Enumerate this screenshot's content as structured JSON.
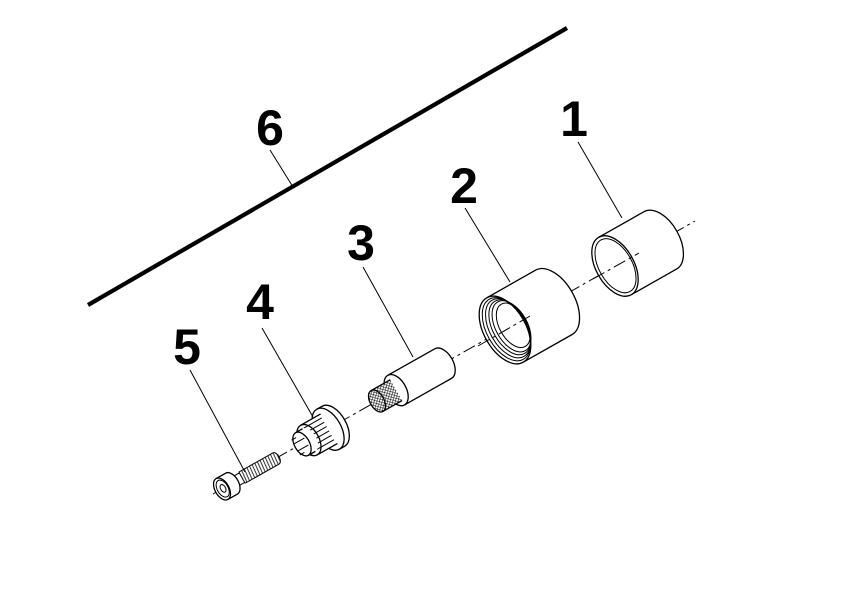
{
  "figure": {
    "type": "exploded-parts-diagram",
    "background_color": "#ffffff",
    "line_color": "#000000",
    "callouts": [
      {
        "label": "1",
        "part": "outer-sleeve"
      },
      {
        "label": "2",
        "part": "threaded-cap"
      },
      {
        "label": "3",
        "part": "stem-extension"
      },
      {
        "label": "4",
        "part": "splined-adapter"
      },
      {
        "label": "5",
        "part": "socket-head-screw"
      },
      {
        "label": "6",
        "part": "mounting-surface-line"
      }
    ]
  }
}
